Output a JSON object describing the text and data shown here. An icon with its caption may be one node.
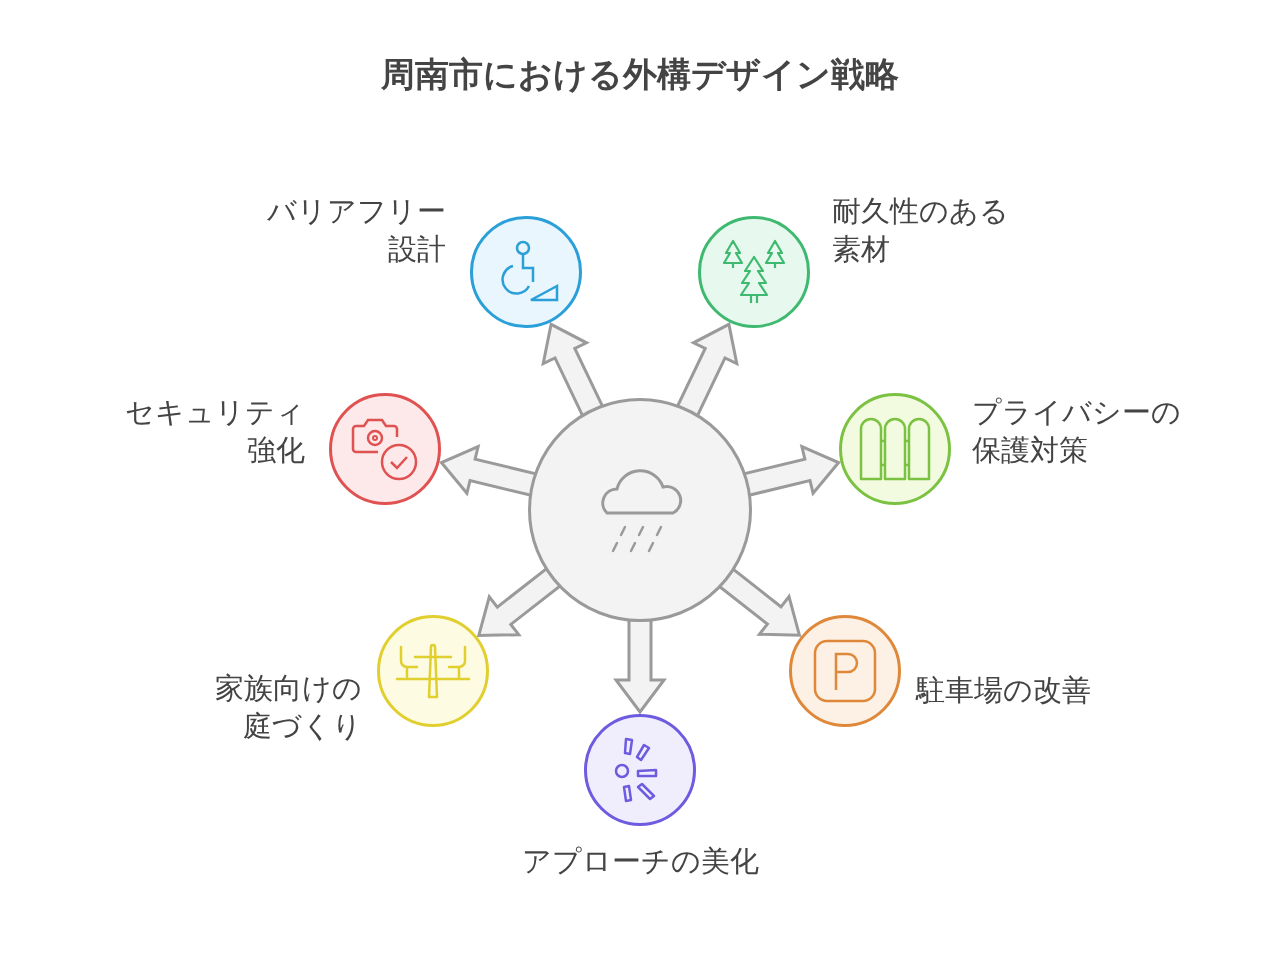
{
  "diagram": {
    "title": "周南市における外構デザイン戦略",
    "nodes": [
      {
        "text": [],
        "shape": "circle"
      },
      {
        "text": [
          "バリアフリー設計"
        ]
      },
      {
        "text": [
          "耐久性のある素材"
        ]
      },
      {
        "text": [
          "セキュリティ強化"
        ]
      },
      {
        "text": [
          "プライバシーの保護対策"
        ]
      },
      {
        "text": [
          "家族向けの庭づくり"
        ]
      },
      {
        "text": [
          "駐車場の改善"
        ]
      },
      {
        "text": [
          "アプローチの美化"
        ]
      }
    ],
    "edges": [
      {
        "from": 0,
        "to": 1,
        "arrow": "to"
      },
      {
        "from": 0,
        "to": 2,
        "arrow": "to"
      },
      {
        "from": 0,
        "to": 3,
        "arrow": "to"
      },
      {
        "from": 0,
        "to": 4,
        "arrow": "to"
      },
      {
        "from": 0,
        "to": 5,
        "arrow": "to"
      },
      {
        "from": 0,
        "to": 6,
        "arrow": "to"
      },
      {
        "from": 0,
        "to": 7,
        "arrow": "to"
      }
    ]
  }
}
